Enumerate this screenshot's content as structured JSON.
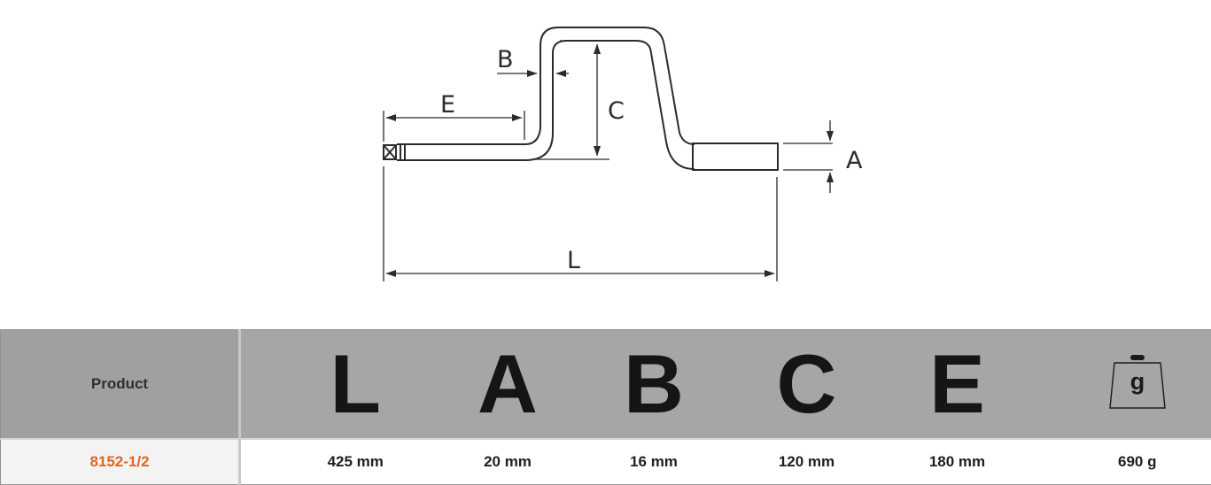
{
  "diagram": {
    "labels": {
      "L": "L",
      "A": "A",
      "B": "B",
      "C": "C",
      "E": "E"
    }
  },
  "table": {
    "headers": {
      "product": "Product",
      "L": "L",
      "A": "A",
      "B": "B",
      "C": "C",
      "E": "E",
      "weight_glyph": "g",
      "weight_icon": "weight-icon"
    },
    "row": {
      "product": "8152-1/2",
      "L": "425 mm",
      "A": "20 mm",
      "B": "16 mm",
      "C": "120 mm",
      "E": "180 mm",
      "weight": "690 g"
    }
  },
  "colors": {
    "accent": "#e2661e",
    "header_bg": "#a6a6a6"
  }
}
